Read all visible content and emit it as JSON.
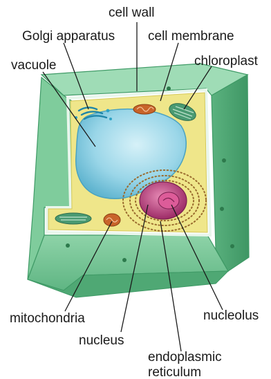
{
  "diagram": {
    "labels": {
      "cell_wall": "cell wall",
      "golgi": "Golgi apparatus",
      "cell_membrane": "cell membrane",
      "vacuole": "vacuole",
      "chloroplast": "chloroplast",
      "mitochondria": "mitochondria",
      "nucleolus": "nucleolus",
      "nucleus": "nucleus",
      "er_line1": "endoplasmic",
      "er_line2": "reticulum"
    },
    "colors": {
      "cell_wall": "#6dc090",
      "cell_wall_dark": "#3f9a66",
      "cytoplasm": "#efe68a",
      "vacuole": "#8fd0e4",
      "golgi": "#2fa3c6",
      "chloroplast": "#4a9a72",
      "mitochondria": "#c8642a",
      "nucleus": "#b8357a",
      "nucleolus": "#dd5c99"
    }
  }
}
